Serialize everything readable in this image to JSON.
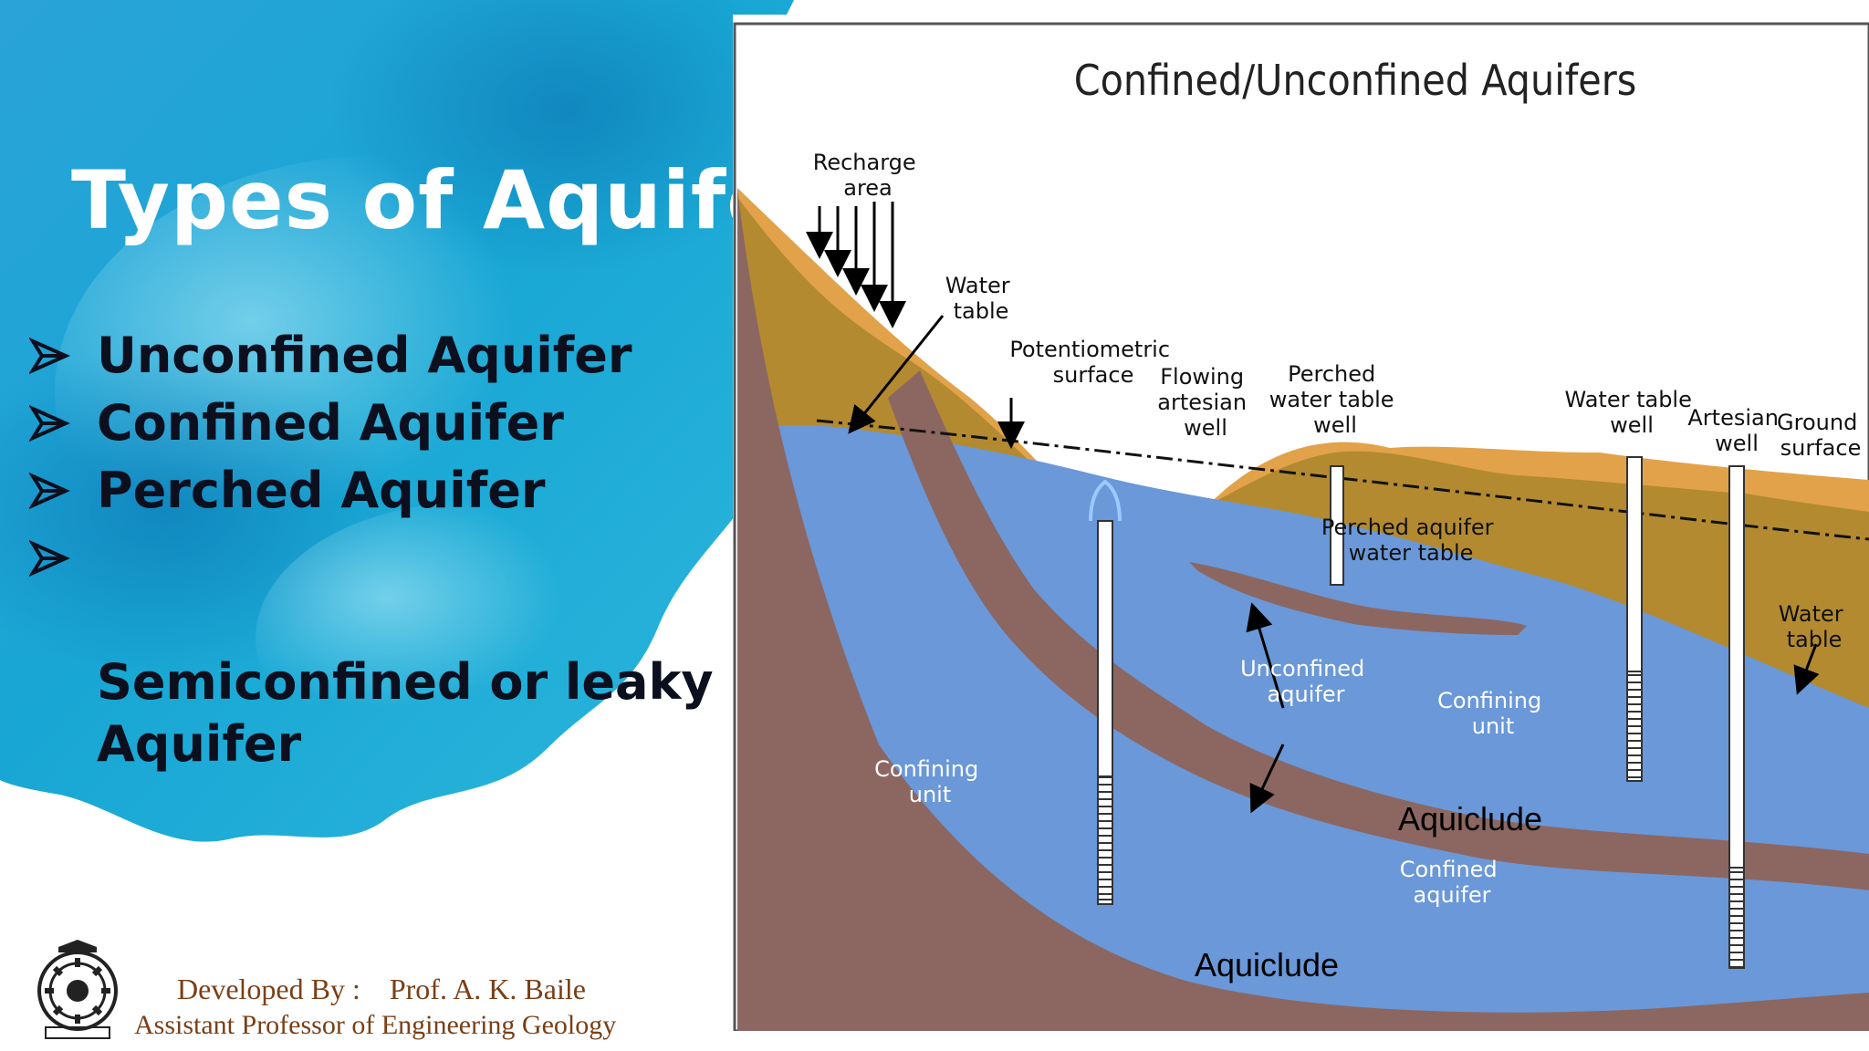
{
  "slide": {
    "title": "Types of Aquifer",
    "bullets": [
      "Unconfined Aquifer",
      "Confined Aquifer",
      "Perched Aquifer",
      "Semiconfined or leaky\nAquifer"
    ]
  },
  "diagram": {
    "title": "Confined/Unconfined Aquifers",
    "labels": {
      "recharge_area": [
        "Recharge",
        "area"
      ],
      "water_table_left": [
        "Water",
        "table"
      ],
      "potentiometric_surface": [
        "Potentiometric",
        "surface"
      ],
      "flowing_artesian_well": [
        "Flowing",
        "artesian",
        "well"
      ],
      "perched_water_table_well": [
        "Perched",
        "water table",
        "well"
      ],
      "water_table_well": [
        "Water table",
        "well"
      ],
      "artesian_well": [
        "Artesian",
        "well"
      ],
      "ground_surface": [
        "Ground",
        "surface"
      ],
      "perched_aquifer_water_table": [
        "Perched aquifer",
        "water table"
      ],
      "water_table_right": [
        "Water",
        "table"
      ],
      "unconfined_aquifer": [
        "Unconfined",
        "aquifer"
      ],
      "confining_unit_right": [
        "Confining",
        "unit"
      ],
      "confining_unit_left": [
        "Confining",
        "unit"
      ],
      "confined_aquifer": [
        "Confined",
        "aquifer"
      ],
      "aquiclude_upper": "Aquiclude",
      "aquiclude_lower": "Aquiclude"
    }
  },
  "footer": {
    "developed_by": "Developed By :    Prof. A. K. Baile",
    "designation": "Assistant Professor of Engineering Geology"
  },
  "colors": {
    "sky_blue": "#1fa9d6",
    "topsoil": "#e2a24a",
    "unsaturated_zone": "#b38a30",
    "aquifer_blue": "#6a98d8",
    "confining_brown": "#8c6762",
    "title_white": "#ffffff",
    "bullet_text": "#0b0f1e",
    "footer_text": "#7a3f16"
  }
}
